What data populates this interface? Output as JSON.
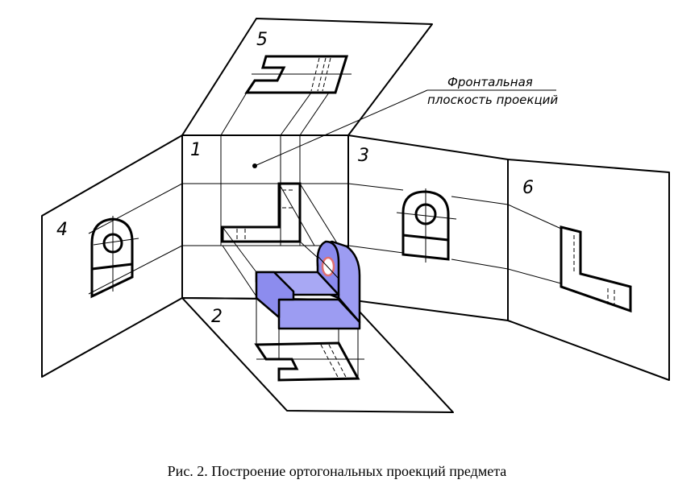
{
  "planes": {
    "p1": "1",
    "p2": "2",
    "p3": "3",
    "p4": "4",
    "p5": "5",
    "p6": "6"
  },
  "annotation": {
    "line1": "Фронтальная",
    "line2": "плоскость проекций"
  },
  "caption": "Рис. 2. Построение ортогональных проекций предмета",
  "colors": {
    "object_fill": "#9c9cf2",
    "object_fill_dark": "#7f7fe6",
    "hole_accent": "#e07070",
    "line": "#000000"
  }
}
